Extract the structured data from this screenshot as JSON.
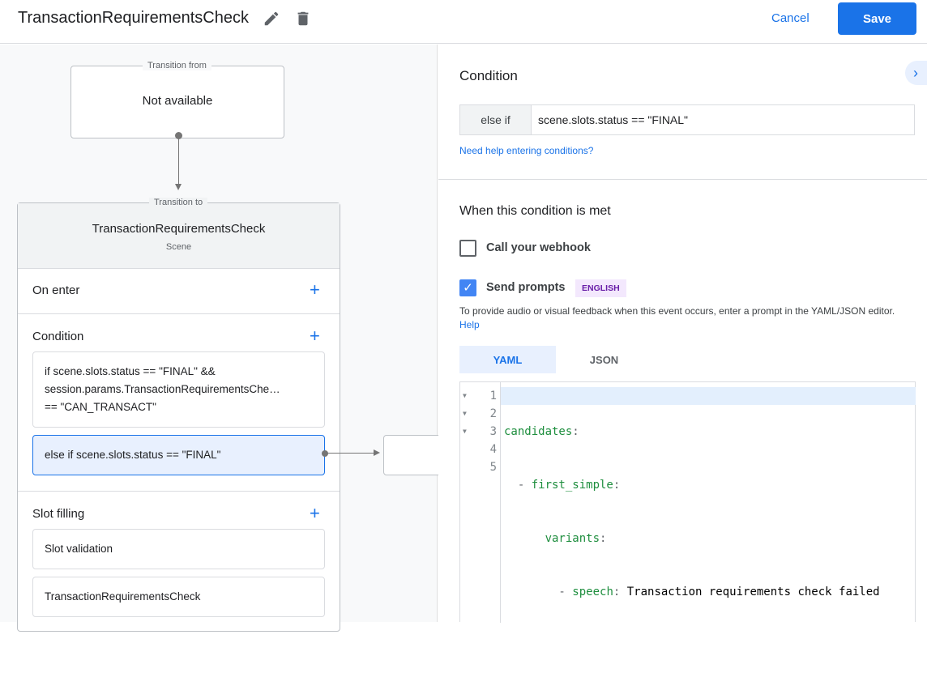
{
  "header": {
    "title": "TransactionRequirementsCheck",
    "cancel_label": "Cancel",
    "save_label": "Save"
  },
  "canvas": {
    "from_legend": "Transition from",
    "from_value": "Not available",
    "to_legend": "Transition to",
    "scene_name": "TransactionRequirementsCheck",
    "scene_type": "Scene",
    "on_enter": "On enter",
    "condition": "Condition",
    "conditions": [
      "if scene.slots.status == \"FINAL\" && session.params.TransactionRequirementsChe… == \"CAN_TRANSACT\"",
      "else if scene.slots.status == \"FINAL\""
    ],
    "cond1_lines": [
      "if scene.slots.status == \"FINAL\" &&",
      "session.params.TransactionRequirementsChe…",
      "== \"CAN_TRANSACT\""
    ],
    "slot_filling": "Slot filling",
    "slot_items": [
      "Slot validation",
      "TransactionRequirementsCheck"
    ]
  },
  "panel": {
    "condition_title": "Condition",
    "cond_prefix": "else if",
    "cond_value": "scene.slots.status == \"FINAL\"",
    "help_link": "Need help entering conditions?",
    "met_title": "When this condition is met",
    "webhook_label": "Call your webhook",
    "webhook_checked": false,
    "prompts_label": "Send prompts",
    "prompts_checked": true,
    "lang_badge": "ENGLISH",
    "desc": "To provide audio or visual feedback when this event occurs, enter a prompt in the YAML/JSON editor.",
    "desc_link": "Help",
    "tabs": [
      "YAML",
      "JSON"
    ],
    "active_tab": "YAML",
    "editor_lines": [
      "1",
      "2",
      "3",
      "4",
      "5"
    ],
    "code": {
      "l1_key": "candidates",
      "l2_key": "first_simple",
      "l3_key": "variants",
      "l4_key": "speech",
      "l4_value": "Transaction requirements check failed"
    }
  },
  "colors": {
    "accent": "#1a73e8",
    "code_key": "#1e8e3e",
    "badge_bg": "#f3e8fd",
    "badge_text": "#681da8"
  }
}
